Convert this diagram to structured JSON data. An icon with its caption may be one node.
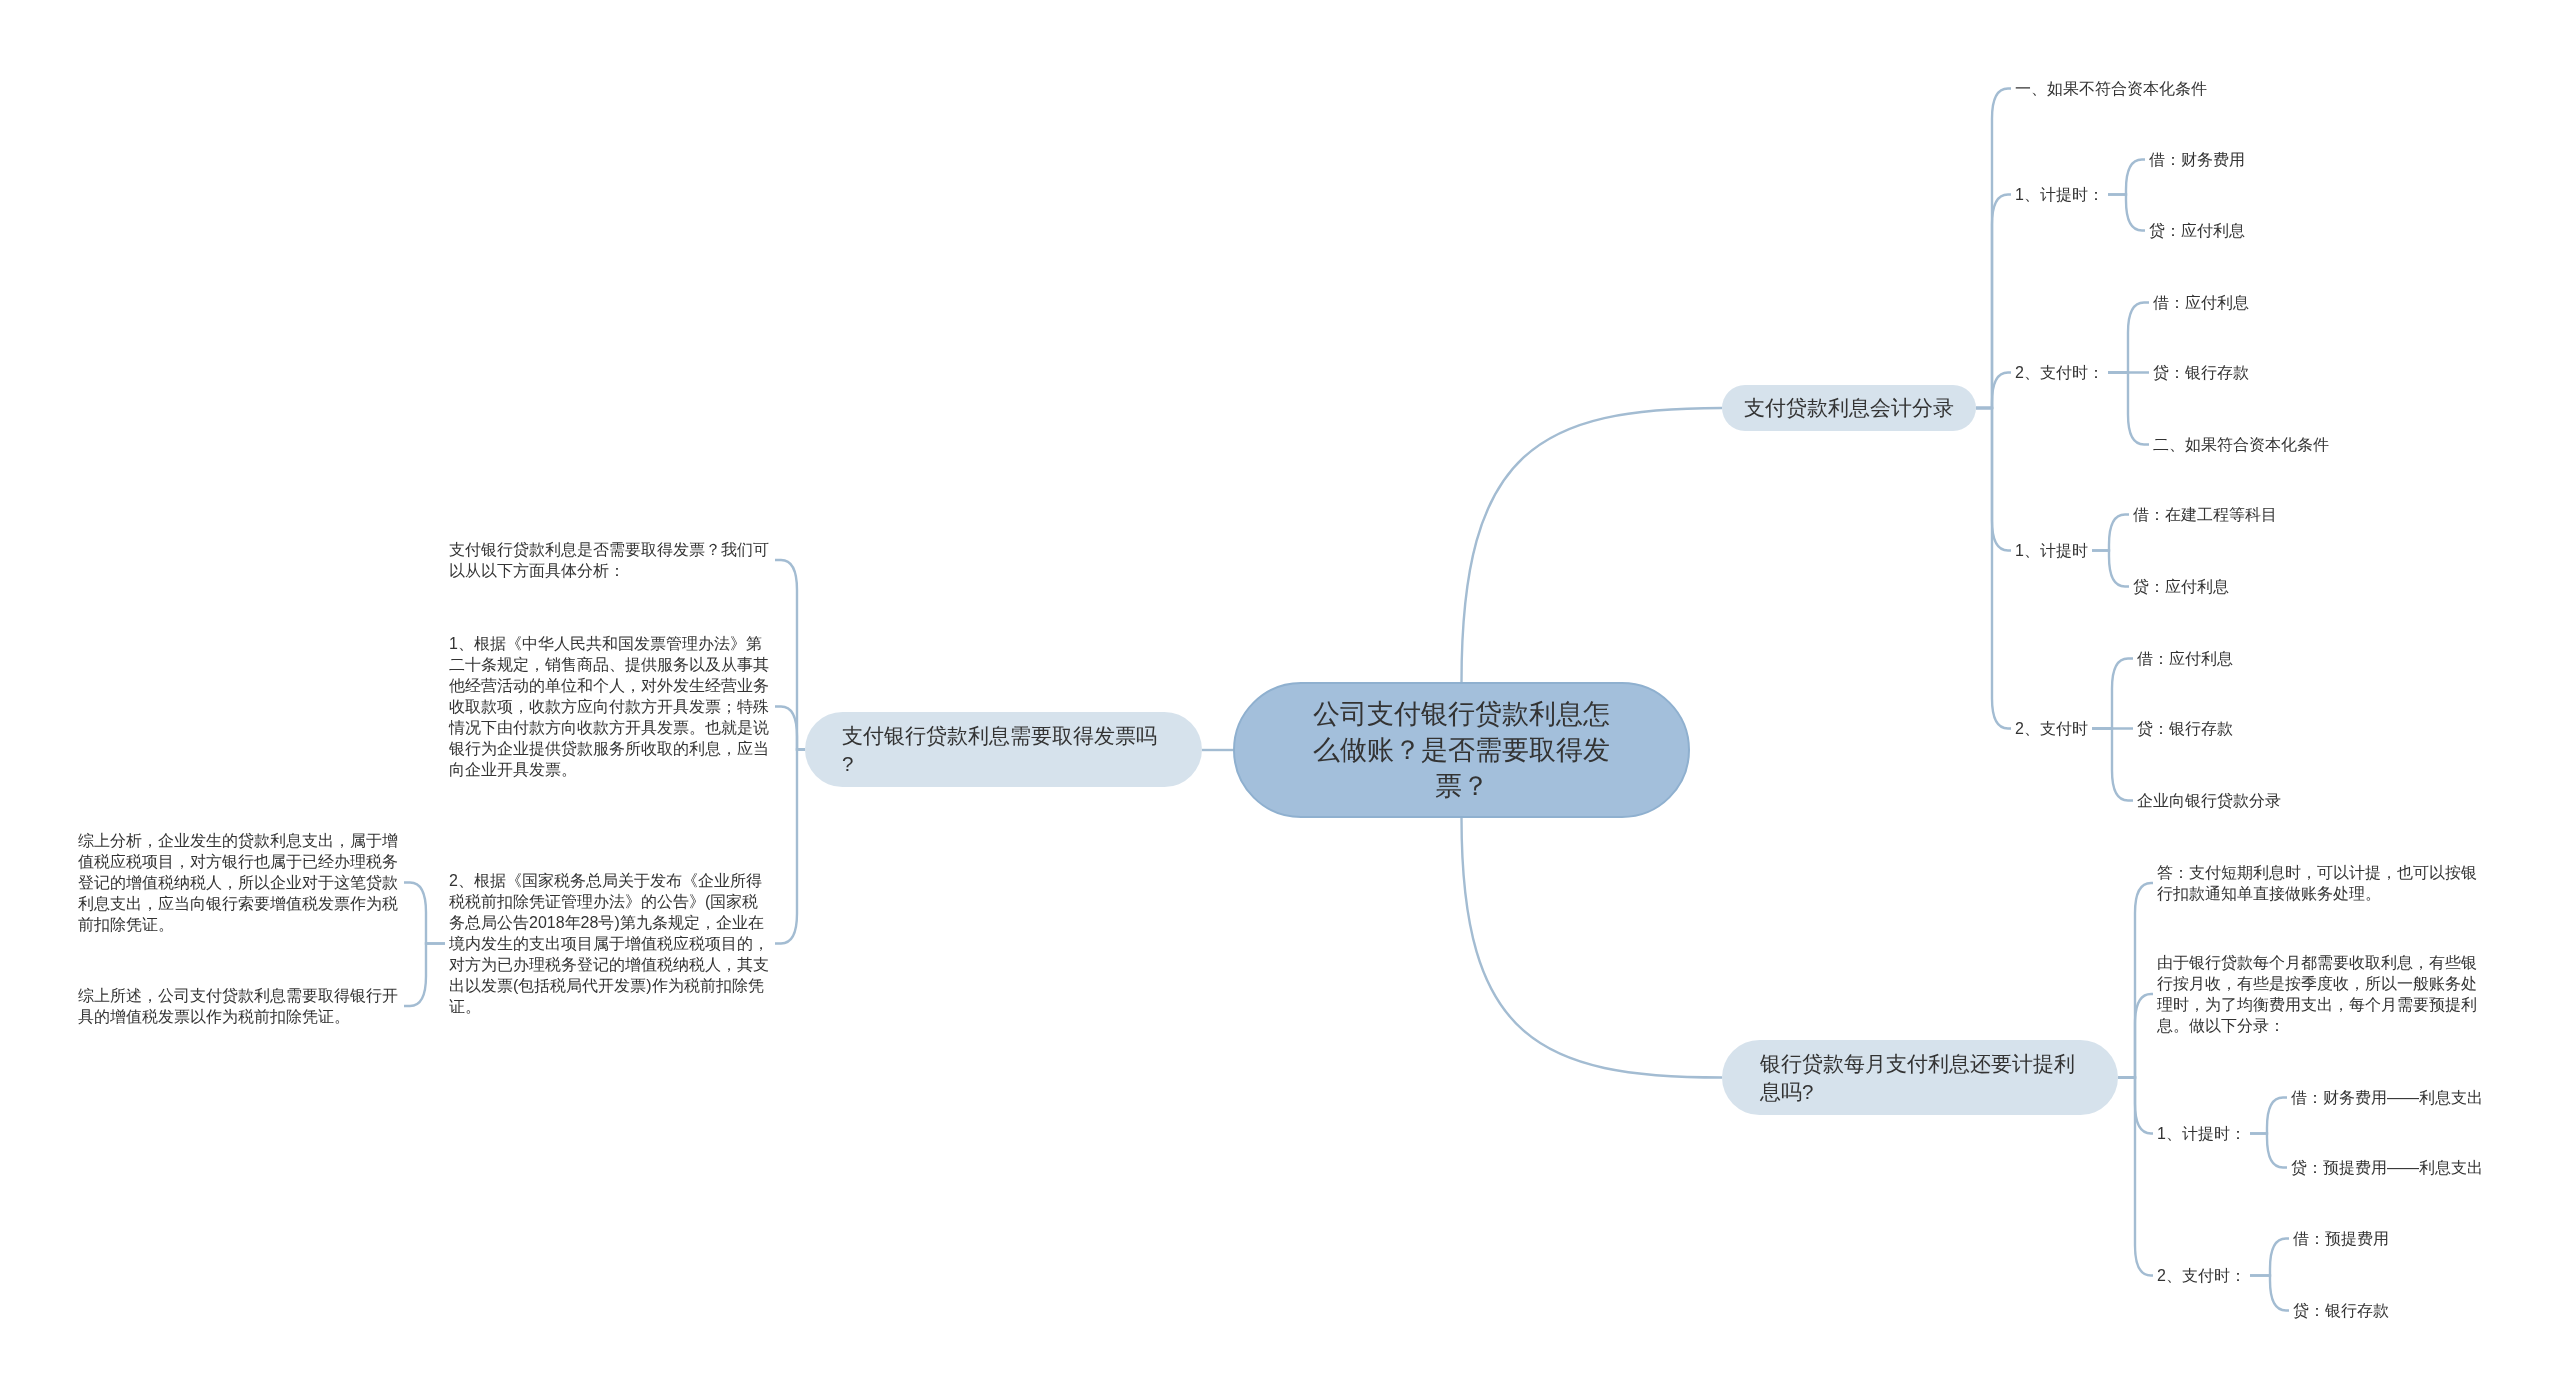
{
  "diagram": {
    "nodes": [
      {
        "text": [
          "公司支付银行贷款利息怎么做账？是否需要取得发票？"
        ]
      },
      {
        "text": [
          "支付银行贷款利息需要取得发票吗?"
        ]
      },
      {
        "text": [
          "支付银行贷款利息是否需要取得发票？我们可以从以下方面具体分析："
        ]
      },
      {
        "text": [
          "1、根据《中华人民共和国发票管理办法》第二十条规定，销售商品、提供服务以及从事其他经营活动的单位和个人，对外发生经营业务收取款项，收款方应向付款方开具发票；特殊情况下由付款方向收款方开具发票。也就是说银行为企业提供贷款服务所收取的利息，应当向企业开具发票。"
        ]
      },
      {
        "text": [
          "2、根据《国家税务总局关于发布《企业所得税税前扣除凭证管理办法》的公告》(国家税务总局公告2018年28号)第九条规定，企业在境内发生的支出项目属于增值税应税项目的，对方为已办理税务登记的增值税纳税人，其支出以发票(包括税局代开发票)作为税前扣除凭证。"
        ]
      },
      {
        "text": [
          "综上分析，企业发生的贷款利息支出，属于增值税应税项目，对方银行也属于已经办理税务登记的增值税纳税人，所以企业对于这笔贷款利息支出，应当向银行索要增值税发票作为税前扣除凭证。"
        ]
      },
      {
        "text": [
          "综上所述，公司支付贷款利息需要取得银行开具的增值税发票以作为税前扣除凭证。"
        ]
      },
      {
        "text": [
          "支付贷款利息会计分录"
        ]
      },
      {
        "text": [
          "一、如果不符合资本化条件"
        ]
      },
      {
        "text": [
          "1、计提时："
        ]
      },
      {
        "text": [
          "借：财务费用"
        ]
      },
      {
        "text": [
          "贷：应付利息"
        ]
      },
      {
        "text": [
          "2、支付时："
        ]
      },
      {
        "text": [
          "借：应付利息"
        ]
      },
      {
        "text": [
          "贷：银行存款"
        ]
      },
      {
        "text": [
          "二、如果符合资本化条件"
        ]
      },
      {
        "text": [
          "1、计提时"
        ]
      },
      {
        "text": [
          "借：在建工程等科目"
        ]
      },
      {
        "text": [
          "贷：应付利息"
        ]
      },
      {
        "text": [
          "2、支付时"
        ]
      },
      {
        "text": [
          "借：应付利息"
        ]
      },
      {
        "text": [
          "贷：银行存款"
        ]
      },
      {
        "text": [
          "企业向银行贷款分录"
        ]
      },
      {
        "text": [
          "银行贷款每月支付利息还要计提利息吗?"
        ]
      },
      {
        "text": [
          "答：支付短期利息时，可以计提，也可以按银行扣款通知单直接做账务处理。"
        ]
      },
      {
        "text": [
          "由于银行贷款每个月都需要收取利息，有些银行按月收，有些是按季度收，所以一般账务处理时，为了均衡费用支出，每个月需要预提利息。做以下分录："
        ]
      },
      {
        "text": [
          "1、计提时："
        ]
      },
      {
        "text": [
          "借：财务费用——利息支出"
        ]
      },
      {
        "text": [
          "贷：预提费用——利息支出"
        ]
      },
      {
        "text": [
          "2、支付时："
        ]
      },
      {
        "text": [
          "借：预提费用"
        ]
      },
      {
        "text": [
          "贷：银行存款"
        ]
      }
    ],
    "edges": [
      {
        "from": 0,
        "to": 1,
        "arrow": "none"
      },
      {
        "from": 1,
        "to": 2,
        "arrow": "none"
      },
      {
        "from": 1,
        "to": 3,
        "arrow": "none"
      },
      {
        "from": 1,
        "to": 4,
        "arrow": "none"
      },
      {
        "from": 4,
        "to": 5,
        "arrow": "none"
      },
      {
        "from": 4,
        "to": 6,
        "arrow": "none"
      },
      {
        "from": 0,
        "to": 7,
        "arrow": "none"
      },
      {
        "from": 7,
        "to": 8,
        "arrow": "none"
      },
      {
        "from": 7,
        "to": 9,
        "arrow": "none"
      },
      {
        "from": 7,
        "to": 12,
        "arrow": "none"
      },
      {
        "from": 7,
        "to": 16,
        "arrow": "none"
      },
      {
        "from": 7,
        "to": 19,
        "arrow": "none"
      },
      {
        "from": 9,
        "to": 10,
        "arrow": "none"
      },
      {
        "from": 9,
        "to": 11,
        "arrow": "none"
      },
      {
        "from": 12,
        "to": 13,
        "arrow": "none"
      },
      {
        "from": 12,
        "to": 14,
        "arrow": "none"
      },
      {
        "from": 12,
        "to": 15,
        "arrow": "none"
      },
      {
        "from": 16,
        "to": 17,
        "arrow": "none"
      },
      {
        "from": 16,
        "to": 18,
        "arrow": "none"
      },
      {
        "from": 19,
        "to": 20,
        "arrow": "none"
      },
      {
        "from": 19,
        "to": 21,
        "arrow": "none"
      },
      {
        "from": 19,
        "to": 22,
        "arrow": "none"
      },
      {
        "from": 0,
        "to": 23,
        "arrow": "none"
      },
      {
        "from": 23,
        "to": 24,
        "arrow": "none"
      },
      {
        "from": 23,
        "to": 25,
        "arrow": "none"
      },
      {
        "from": 23,
        "to": 26,
        "arrow": "none"
      },
      {
        "from": 23,
        "to": 29,
        "arrow": "none"
      },
      {
        "from": 26,
        "to": 27,
        "arrow": "none"
      },
      {
        "from": 26,
        "to": 28,
        "arrow": "none"
      },
      {
        "from": 29,
        "to": 30,
        "arrow": "none"
      },
      {
        "from": 29,
        "to": 31,
        "arrow": "none"
      }
    ]
  }
}
